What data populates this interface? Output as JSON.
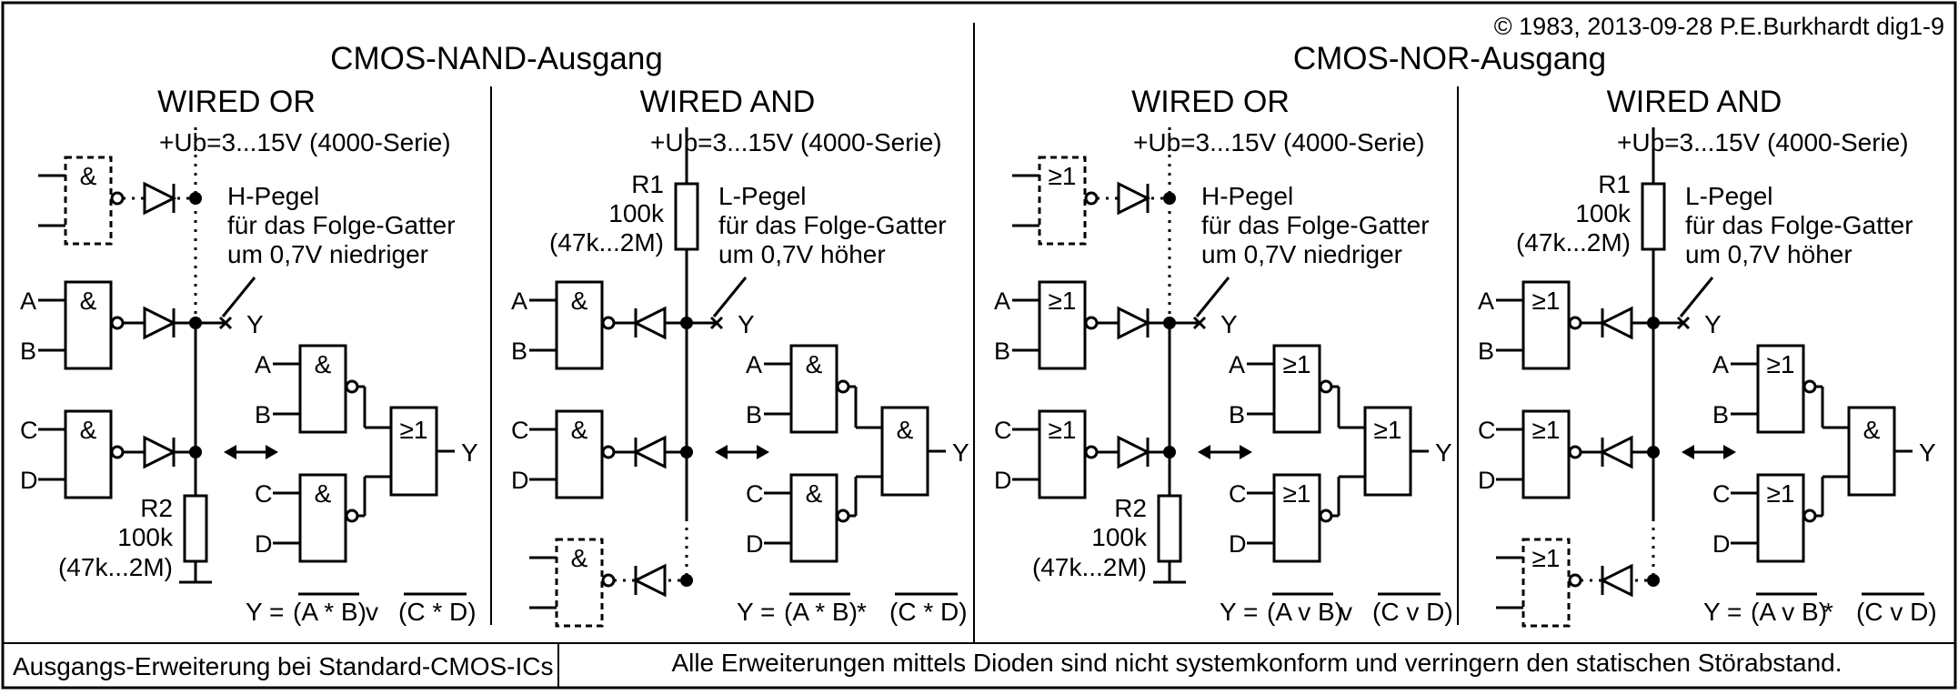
{
  "header": {
    "copyright": "© 1983, 2013-09-28 P.E.Burkhardt dig1-9",
    "title_nand": "CMOS-NAND-Ausgang",
    "title_nor": "CMOS-NOR-Ausgang"
  },
  "footer": {
    "caption": "Ausgangs-Erweiterung bei Standard-CMOS-ICs",
    "note": "Alle Erweiterungen mittels Dioden sind nicht systemkonform und verringern den statischen Störabstand."
  },
  "panels": [
    {
      "key": "nand-wired-or",
      "heading": "WIRED OR",
      "supply": "+Ub=3...15V (4000-Serie)",
      "gate_symbol": "&",
      "combine_symbol": "≥1",
      "resistor": {
        "name": "R2",
        "value": "100k",
        "range": "(47k...2M)"
      },
      "note": [
        "H-Pegel",
        "für das Folge-Gatter",
        "um 0,7V niedriger"
      ],
      "inputs": [
        "A",
        "B",
        "C",
        "D"
      ],
      "output": "Y",
      "formula": {
        "prefix": "Y = ",
        "term1": "(A * B)",
        "op": " v ",
        "term2": "(C * D)"
      }
    },
    {
      "key": "nand-wired-and",
      "heading": "WIRED AND",
      "supply": "+Ub=3...15V (4000-Serie)",
      "gate_symbol": "&",
      "combine_symbol": "&",
      "resistor": {
        "name": "R1",
        "value": "100k",
        "range": "(47k...2M)"
      },
      "note": [
        "L-Pegel",
        "für das Folge-Gatter",
        "um 0,7V höher"
      ],
      "inputs": [
        "A",
        "B",
        "C",
        "D"
      ],
      "output": "Y",
      "formula": {
        "prefix": "Y = ",
        "term1": "(A * B)",
        "op": " * ",
        "term2": "(C * D)"
      }
    },
    {
      "key": "nor-wired-or",
      "heading": "WIRED OR",
      "supply": "+Ub=3...15V (4000-Serie)",
      "gate_symbol": "≥1",
      "combine_symbol": "≥1",
      "resistor": {
        "name": "R2",
        "value": "100k",
        "range": "(47k...2M)"
      },
      "note": [
        "H-Pegel",
        "für das Folge-Gatter",
        "um 0,7V niedriger"
      ],
      "inputs": [
        "A",
        "B",
        "C",
        "D"
      ],
      "output": "Y",
      "formula": {
        "prefix": "Y = ",
        "term1": "(A v B)",
        "op": " v ",
        "term2": "(C v D)"
      }
    },
    {
      "key": "nor-wired-and",
      "heading": "WIRED AND",
      "supply": "+Ub=3...15V (4000-Serie)",
      "gate_symbol": "≥1",
      "combine_symbol": "&",
      "resistor": {
        "name": "R1",
        "value": "100k",
        "range": "(47k...2M)"
      },
      "note": [
        "L-Pegel",
        "für das Folge-Gatter",
        "um 0,7V höher"
      ],
      "inputs": [
        "A",
        "B",
        "C",
        "D"
      ],
      "output": "Y",
      "formula": {
        "prefix": "Y = ",
        "term1": "(A v B)",
        "op": " * ",
        "term2": "(C v D)"
      }
    }
  ]
}
